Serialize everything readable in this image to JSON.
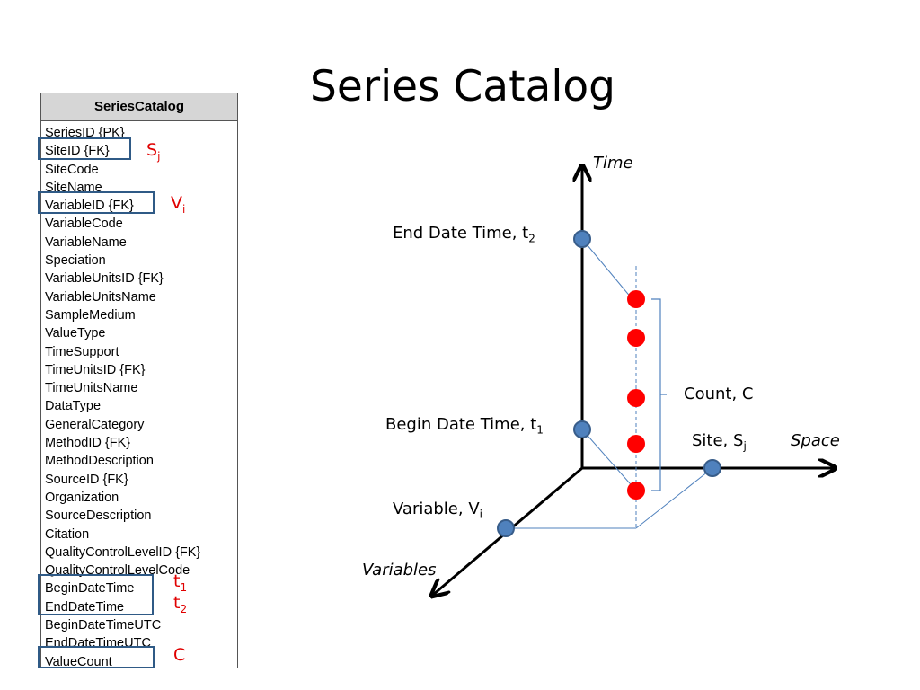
{
  "title": "Series Catalog",
  "table": {
    "header": "SeriesCatalog",
    "fields": [
      "SeriesID {PK}",
      "SiteID {FK}",
      "SiteCode",
      "SiteName",
      "VariableID {FK}",
      "VariableCode",
      "VariableName",
      "Speciation",
      "VariableUnitsID {FK}",
      "VariableUnitsName",
      "SampleMedium",
      "ValueType",
      "TimeSupport",
      "TimeUnitsID {FK}",
      "TimeUnitsName",
      "DataType",
      "GeneralCategory",
      "MethodID {FK}",
      "MethodDescription",
      "SourceID {FK}",
      "Organization",
      "SourceDescription",
      "Citation",
      "QualityControlLevelID {FK}",
      "QualityControlLevelCode",
      "BeginDateTime",
      "EndDateTime",
      "BeginDateTimeUTC",
      "EndDateTimeUTC",
      "ValueCount"
    ]
  },
  "annotations": {
    "site": {
      "base": "S",
      "sub": "j"
    },
    "variable": {
      "base": "V",
      "sub": "i"
    },
    "begin": {
      "base": "t",
      "sub": "1"
    },
    "end": {
      "base": "t",
      "sub": "2"
    },
    "count": "C"
  },
  "diagram": {
    "axis_time": "Time",
    "axis_space": "Space",
    "axis_variables": "Variables",
    "end_label": {
      "text": "End Date Time, t",
      "sub": "2"
    },
    "begin_label": {
      "text": "Begin Date Time, t",
      "sub": "1"
    },
    "site_label": {
      "text": "Site, S",
      "sub": "j"
    },
    "variable_label": {
      "text": "Variable, V",
      "sub": "i"
    },
    "count_label": "Count, C",
    "colors": {
      "point": "#4f81bd",
      "point_stroke": "#385d8a",
      "value": "#ff0000",
      "guide": "#4f81bd",
      "annot": "#e00000"
    }
  }
}
